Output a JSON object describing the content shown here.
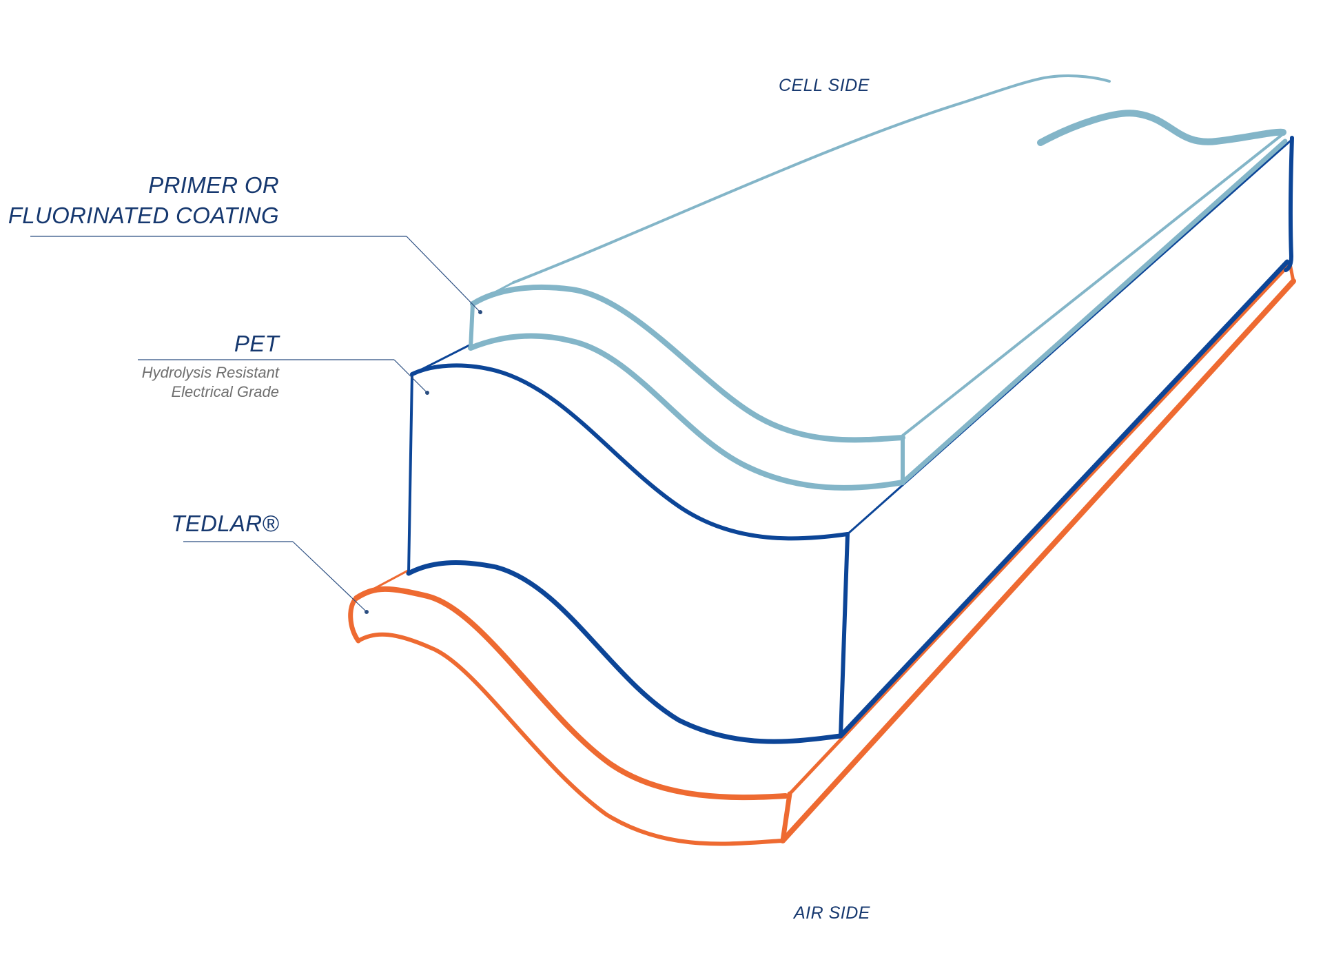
{
  "colors": {
    "coating": "#83b5c8",
    "pet": "#0c4597",
    "tedlar": "#ee6a31",
    "label_text": "#16386f",
    "sub_text": "#6f6f6f",
    "leader": "#2a4d80"
  },
  "labels": {
    "cell_side": "CELL SIDE",
    "air_side": "AIR SIDE",
    "primer_line1": "PRIMER OR",
    "primer_line2": "FLUORINATED COATING",
    "pet": "PET",
    "pet_sub1": "Hydrolysis Resistant",
    "pet_sub2": "Electrical Grade",
    "tedlar": "TEDLAR®"
  },
  "layers": [
    {
      "name": "Primer or fluorinated coating",
      "color": "coating"
    },
    {
      "name": "PET",
      "color": "pet"
    },
    {
      "name": "Tedlar",
      "color": "tedlar"
    }
  ]
}
